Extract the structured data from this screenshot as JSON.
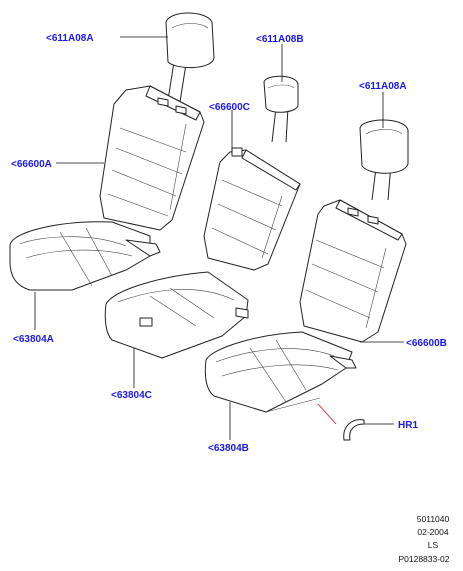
{
  "callouts": {
    "headrest_left": "<611A08A",
    "headrest_center": "<611A08B",
    "headrest_right": "<611A08A",
    "backrest_left": "<66600A",
    "backrest_center": "<66600C",
    "backrest_right": "<66600B",
    "cushion_left": "<63804A",
    "cushion_center": "<63804C",
    "cushion_right": "<63804B",
    "hr1": "HR1"
  },
  "metadata": {
    "line1": "5011040",
    "line2": "02-2004",
    "line3": "LS",
    "line4": "P0128833-02"
  },
  "colors": {
    "callout_text": "#1a1ad6",
    "meta_text": "#111111",
    "line_art": "#222222"
  }
}
